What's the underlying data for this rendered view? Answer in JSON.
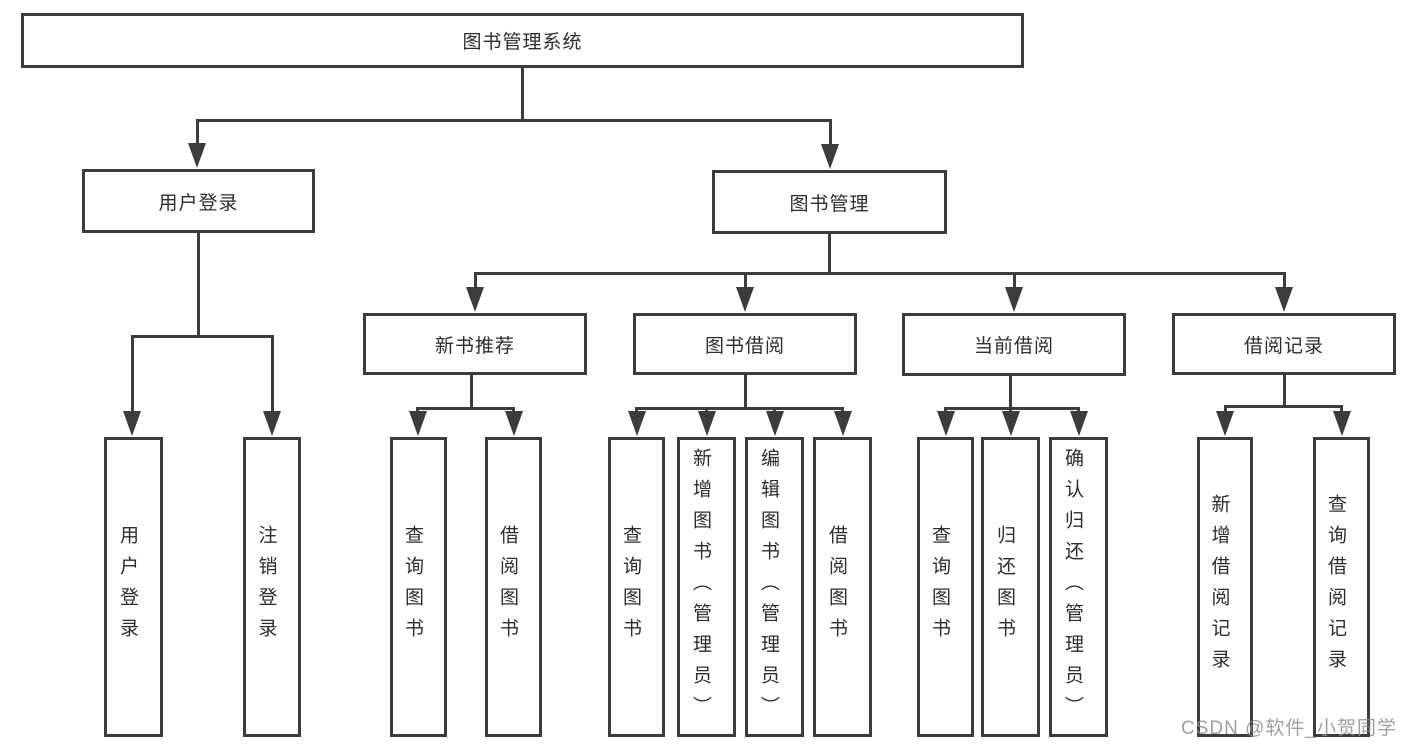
{
  "diagram": {
    "root": {
      "label": "图书管理系统"
    },
    "user_login": {
      "label": "用户登录",
      "leaves": [
        {
          "label": "用户登录"
        },
        {
          "label": "注销登录"
        }
      ]
    },
    "book_management": {
      "label": "图书管理",
      "children": [
        {
          "label": "新书推荐",
          "leaves": [
            {
              "label": "查询图书"
            },
            {
              "label": "借阅图书"
            }
          ]
        },
        {
          "label": "图书借阅",
          "leaves": [
            {
              "label": "查询图书"
            },
            {
              "label": "新增图书（管理员）"
            },
            {
              "label": "编辑图书（管理员）"
            },
            {
              "label": "借阅图书"
            }
          ]
        },
        {
          "label": "当前借阅",
          "leaves": [
            {
              "label": "查询图书"
            },
            {
              "label": "归还图书"
            },
            {
              "label": "确认归还（管理员）"
            }
          ]
        },
        {
          "label": "借阅记录",
          "leaves": [
            {
              "label": "新增借阅记录"
            },
            {
              "label": "查询借阅记录"
            }
          ]
        }
      ]
    }
  },
  "watermark": {
    "text": "CSDN @软件_小贺同学"
  },
  "colors": {
    "line": "#3c3c3c",
    "text": "#2d2d2d",
    "watermark": "#8f8f8f",
    "background": "#ffffff"
  }
}
